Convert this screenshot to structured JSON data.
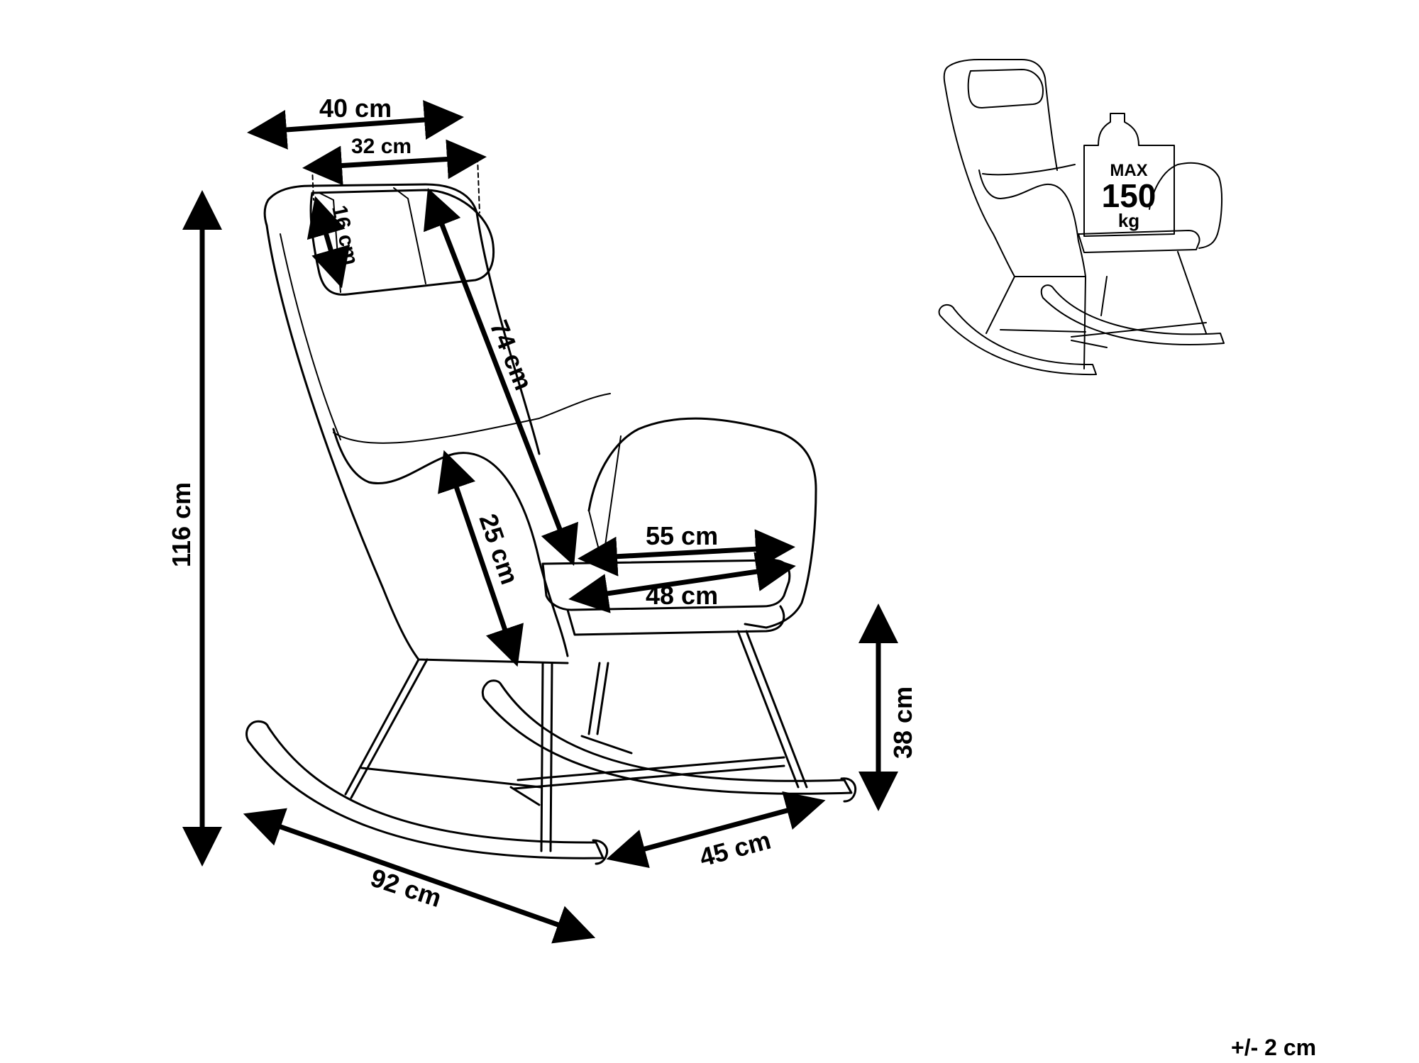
{
  "dimensions": {
    "headrest_outer_width": "40 cm",
    "headrest_inner_width": "32 cm",
    "pillow_height": "16 cm",
    "backrest_height": "74 cm",
    "armrest_height": "25 cm",
    "seat_width": "55 cm",
    "seat_inner_width": "48 cm",
    "total_height": "116 cm",
    "seat_height": "38 cm",
    "depth": "92 cm",
    "seat_depth": "45 cm"
  },
  "tolerance": "+/- 2 cm",
  "max_load": {
    "label": "MAX",
    "value": "150",
    "unit": "kg"
  },
  "colors": {
    "ink": "#000000",
    "background": "#ffffff"
  }
}
